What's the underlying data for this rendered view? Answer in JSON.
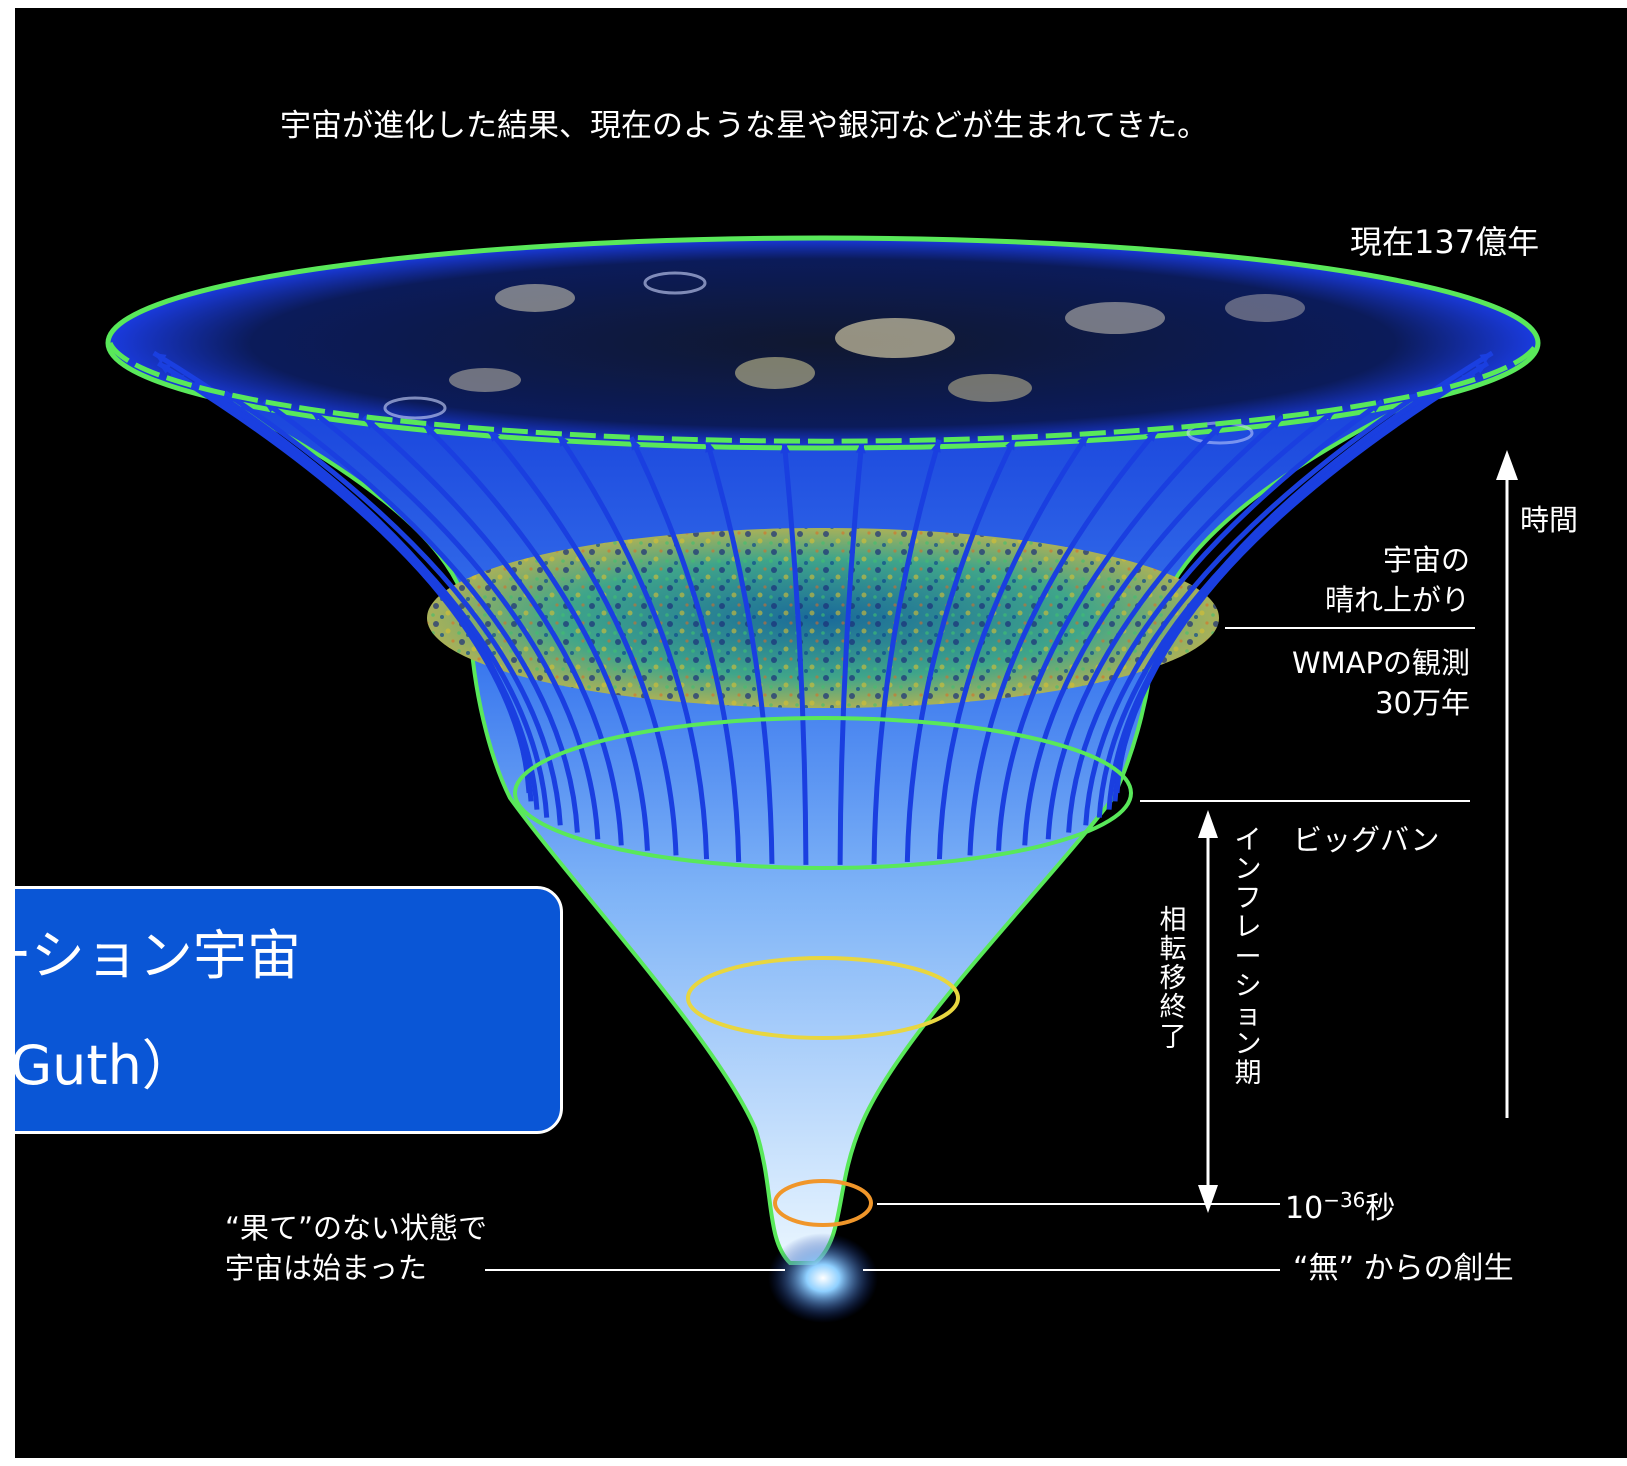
{
  "header": {
    "caption": "宇宙が進化した結果、現在のような星や銀河などが生まれてきた。"
  },
  "labels": {
    "present": "現在137億年",
    "time": "時間",
    "clear_up_1": "宇宙の",
    "clear_up_2": "晴れ上がり",
    "wmap_1": "WMAPの観測",
    "wmap_2": "30万年",
    "big_bang": "ビッグバン",
    "inflation_period": "インフレーション期",
    "phase_transition_end": "相転移終了",
    "time_1e36_base": "10",
    "time_1e36_exp": "−36",
    "time_1e36_unit": "秒",
    "no_edge_1": "“果て”のない状態で",
    "no_edge_2": "宇宙は始まった",
    "creation": "“無” からの創生"
  },
  "callout": {
    "line1": "ーション宇宙",
    "line2": ". Guth）"
  },
  "colors": {
    "background": "#000000",
    "funnel_outline": "#59e85a",
    "arrows": "#1a3fe0",
    "callout_fill": "#0a56d6",
    "ring_yellow": "#e8d640",
    "ring_orange": "#f0962a",
    "text": "#ffffff"
  }
}
